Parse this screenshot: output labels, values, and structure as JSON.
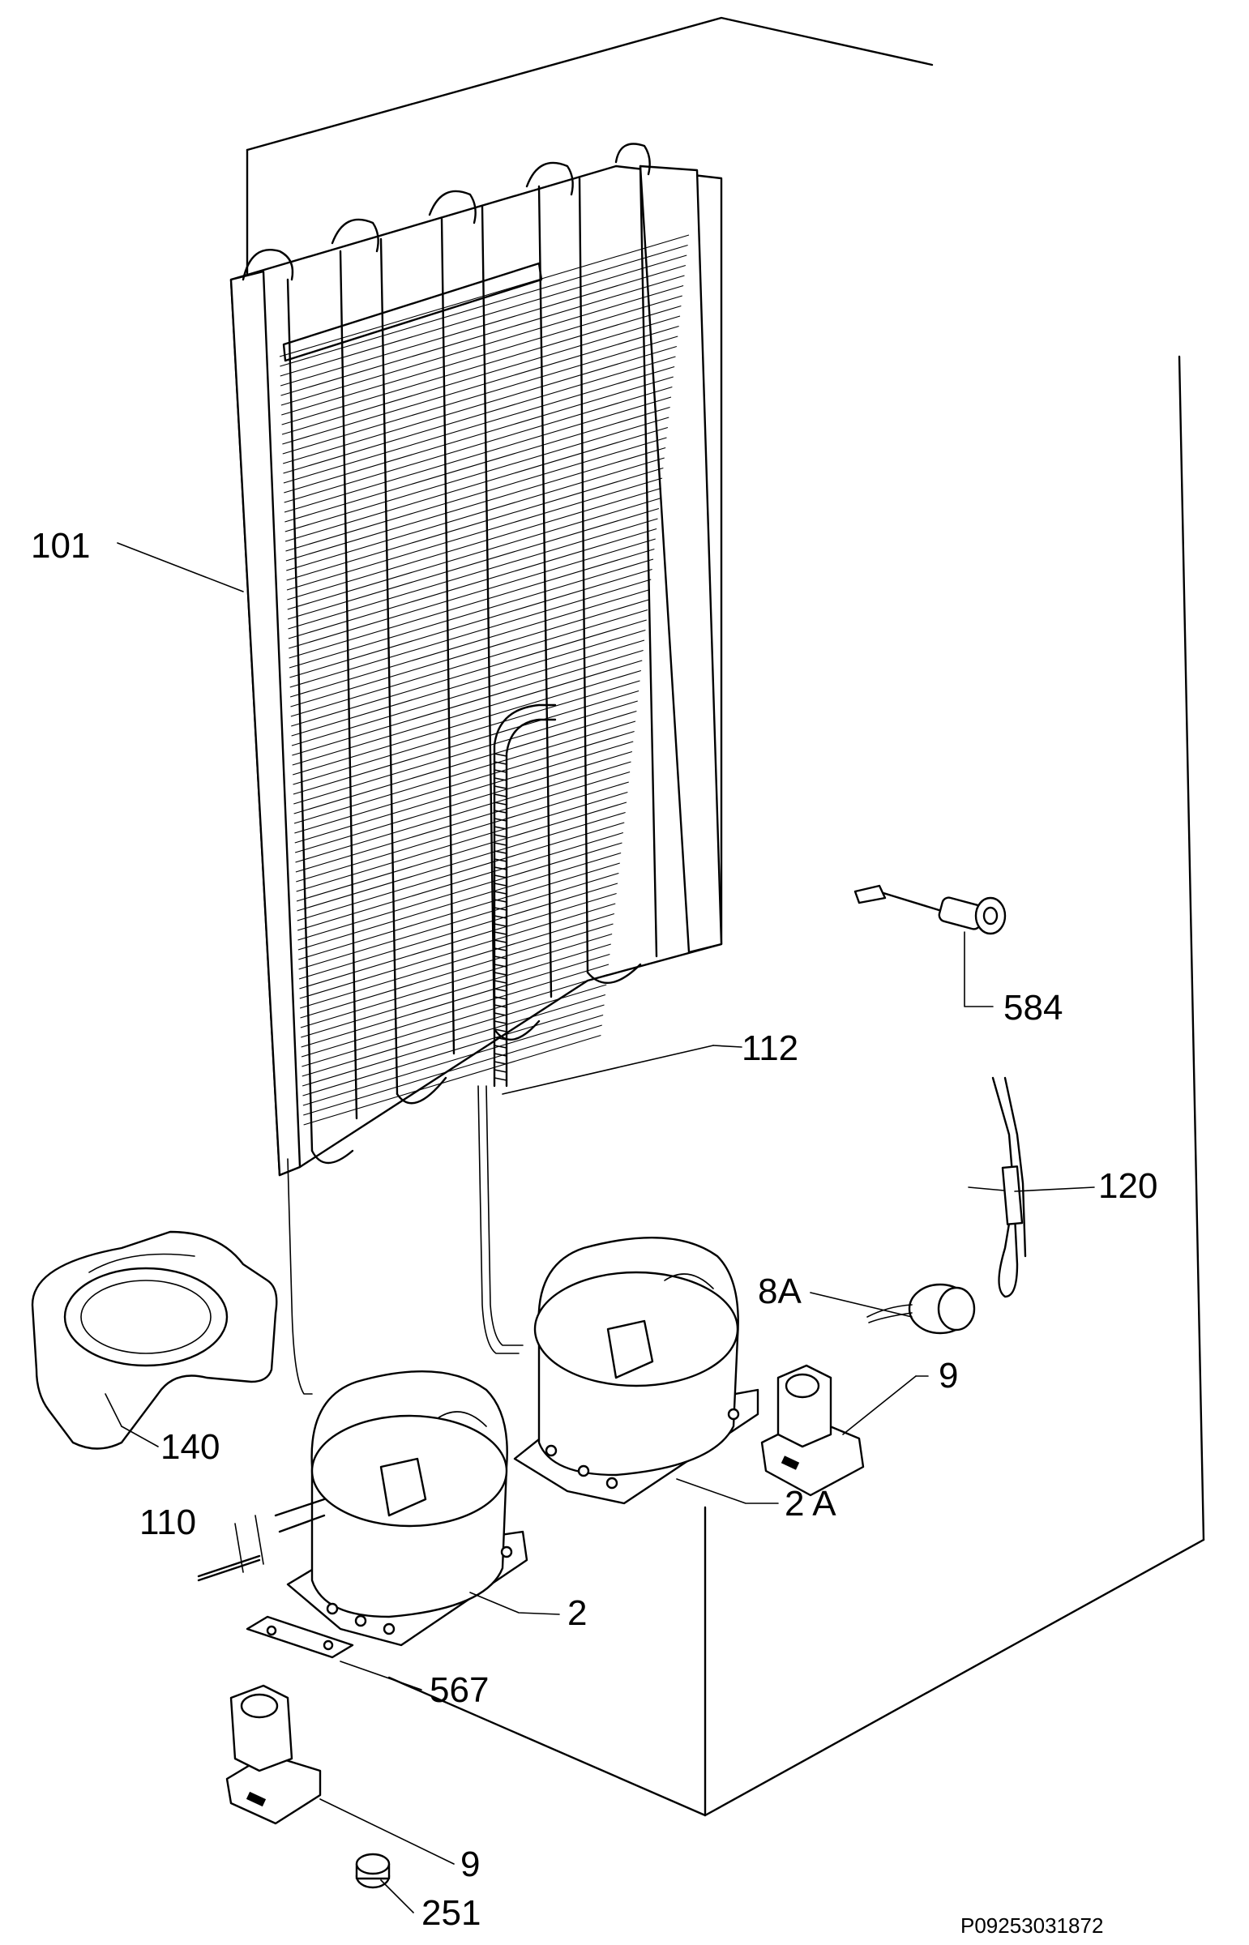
{
  "diagram": {
    "drawing_code": "P09253031872",
    "callouts": [
      {
        "id": "c101",
        "text": "101"
      },
      {
        "id": "c112",
        "text": "112"
      },
      {
        "id": "c584",
        "text": "584"
      },
      {
        "id": "c120",
        "text": "120"
      },
      {
        "id": "c8a",
        "text": "8A"
      },
      {
        "id": "c9a",
        "text": "9"
      },
      {
        "id": "c140",
        "text": "140"
      },
      {
        "id": "c2a",
        "text": "2 A"
      },
      {
        "id": "c110",
        "text": "110"
      },
      {
        "id": "c2",
        "text": "2"
      },
      {
        "id": "c567",
        "text": "567"
      },
      {
        "id": "c9b",
        "text": "9"
      },
      {
        "id": "c251",
        "text": "251"
      }
    ]
  }
}
